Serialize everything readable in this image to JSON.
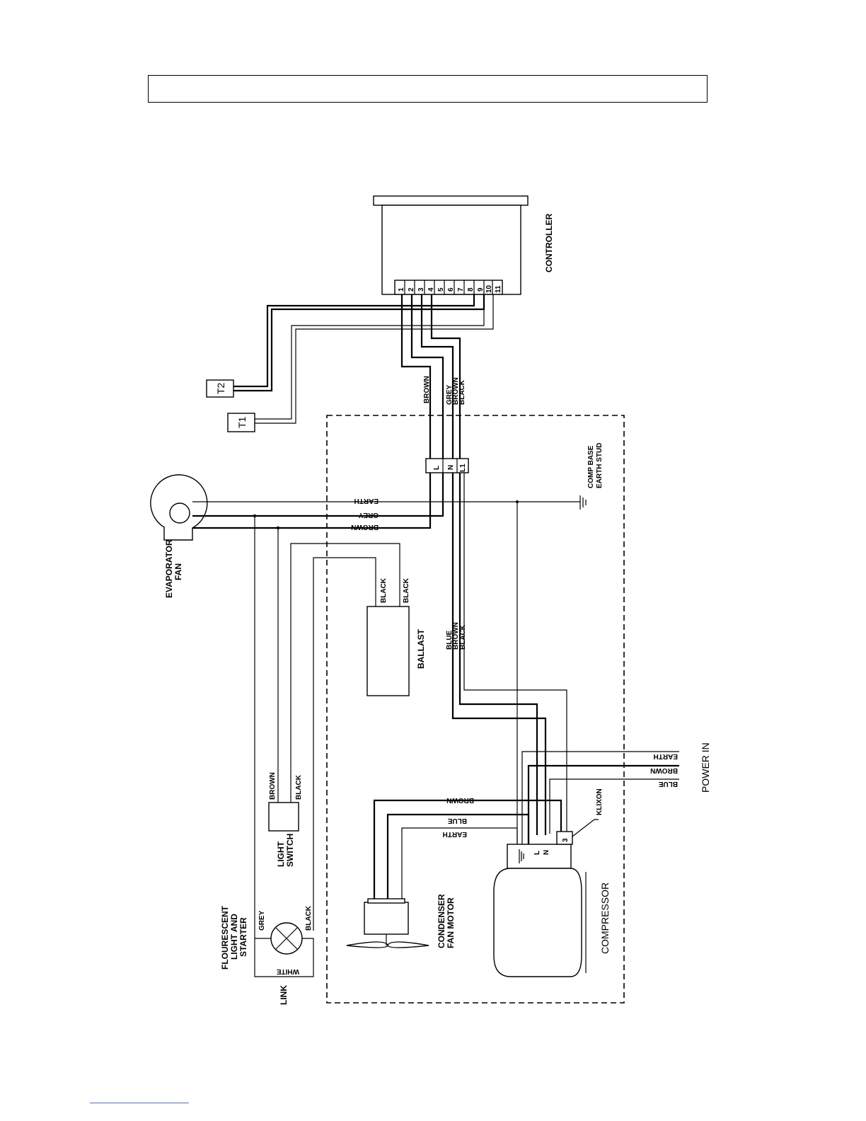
{
  "labels": {
    "controller": "CONTROLLER",
    "t1": "T1",
    "t2": "T2",
    "evaporator_fan_1": "EVAPORATOR",
    "evaporator_fan_2": "FAN",
    "ballast": "BALLAST",
    "light_switch_1": "LIGHT",
    "light_switch_2": "SWITCH",
    "fluorescent_1": "FLOURESCENT",
    "fluorescent_2": "LIGHT AND",
    "fluorescent_3": "STARTER",
    "link": "LINK",
    "white": "WHITE",
    "condenser_1": "CONDENSER",
    "condenser_2": "FAN MOTOR",
    "compressor": "COMPRESSOR",
    "klixon": "KLIXON",
    "power_in": "POWER  IN",
    "comp_base_1": "COMP BASE",
    "comp_base_2": "EARTH STUD"
  },
  "terminals": [
    "1",
    "2",
    "3",
    "4",
    "5",
    "6",
    "7",
    "8",
    "9",
    "10",
    "11"
  ],
  "terminal_block": [
    "L",
    "N",
    "L1"
  ],
  "compressor_terminals": [
    "L",
    "N",
    "3"
  ],
  "wire_colors": {
    "brown": "BROWN",
    "grey": "GREY",
    "black": "BLACK",
    "blue": "BLUE",
    "earth": "EARTH"
  }
}
